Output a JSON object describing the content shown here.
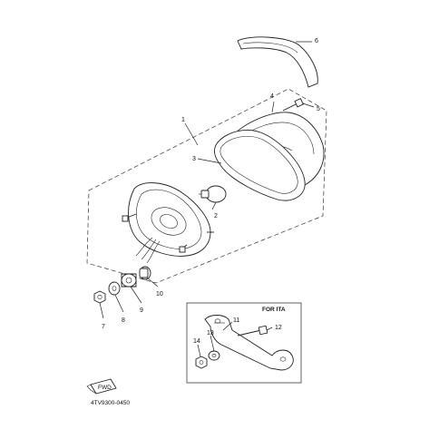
{
  "callouts": {
    "c1": "1",
    "c2": "2",
    "c3": "3",
    "c4": "4",
    "c5": "5",
    "c6": "6",
    "c7": "7",
    "c8": "8",
    "c9": "9",
    "c10": "10",
    "c11": "11",
    "c12": "12",
    "c13": "13",
    "c14": "14"
  },
  "variant_box_label": "FOR ITA",
  "front_marker": "FWD",
  "drawing_number": "4TV9300-0450"
}
